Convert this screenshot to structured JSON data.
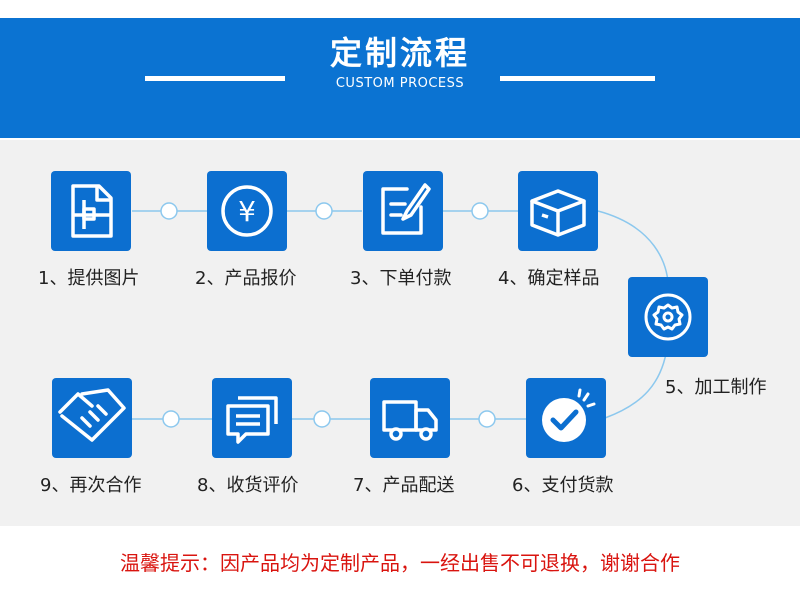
{
  "header": {
    "title": "定制流程",
    "subtitle": "CUSTOM PROCESS"
  },
  "steps": [
    {
      "label": "1、提供图片",
      "icon": "document-icon"
    },
    {
      "label": "2、产品报价",
      "icon": "yen-icon"
    },
    {
      "label": "3、下单付款",
      "icon": "edit-icon"
    },
    {
      "label": "4、确定样品",
      "icon": "box-icon"
    },
    {
      "label": "5、加工制作",
      "icon": "gear-icon"
    },
    {
      "label": "6、支付货款",
      "icon": "check-icon"
    },
    {
      "label": "7、产品配送",
      "icon": "truck-icon"
    },
    {
      "label": "8、收货评价",
      "icon": "chat-icon"
    },
    {
      "label": "9、再次合作",
      "icon": "handshake-icon"
    }
  ],
  "footer": {
    "tip": "温馨提示：因产品均为定制产品，一经出售不可退换，谢谢合作"
  },
  "colors": {
    "banner": "#0b73d2",
    "step": "#0c6fd0",
    "connector": "#8cc8ee",
    "tip": "#d9140f"
  }
}
